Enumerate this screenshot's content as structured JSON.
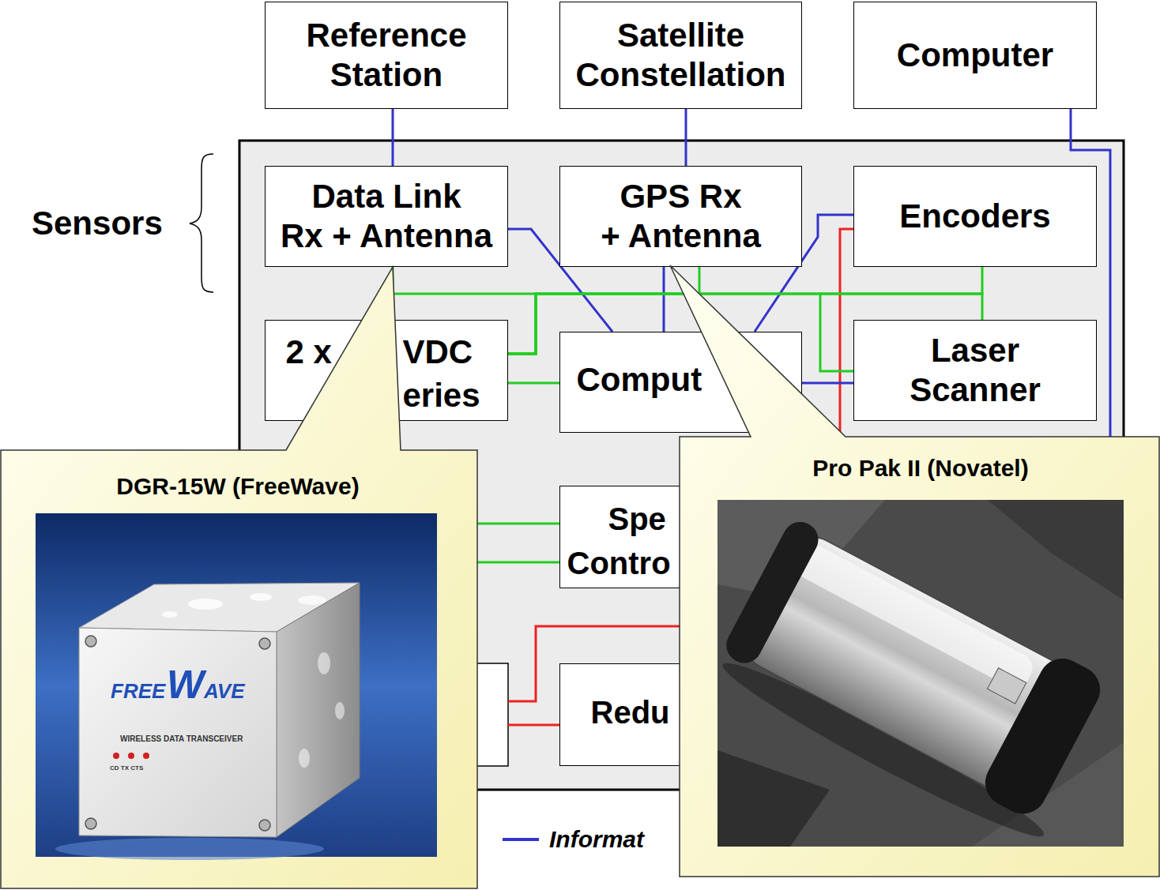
{
  "diagram": {
    "nodes": [
      {
        "text": [
          "Reference Station"
        ]
      },
      {
        "text": [
          "Satellite Constellation"
        ]
      },
      {
        "text": [
          "Computer"
        ]
      },
      {
        "text": [
          "Data Link Rx + Antenna"
        ]
      },
      {
        "text": [
          "GPS Rx + Antenna"
        ]
      },
      {
        "text": [
          "Encoders"
        ]
      },
      {
        "text": [
          "2 x",
          "VDC",
          "eries"
        ]
      },
      {
        "text": [
          "Comput"
        ]
      },
      {
        "text": [
          "Laser Scanner"
        ]
      },
      {
        "text": [
          "Spe",
          "Contro"
        ]
      },
      {
        "text": [
          "Redu"
        ]
      },
      {
        "text": [
          "DGR-15W (FreeWave)"
        ]
      },
      {
        "text": [
          "Pro Pak II (Novatel)"
        ]
      }
    ],
    "edges": [
      {
        "from": 0,
        "to": 3,
        "arrow": "none"
      },
      {
        "from": 1,
        "to": 4,
        "arrow": "none"
      },
      {
        "from": 3,
        "to": 7,
        "arrow": "none"
      },
      {
        "from": 4,
        "to": 7,
        "arrow": "none"
      },
      {
        "from": 5,
        "to": 7,
        "arrow": "none"
      },
      {
        "from": 8,
        "to": 7,
        "arrow": "none"
      },
      {
        "from": 6,
        "to": 3,
        "arrow": "none"
      },
      {
        "from": 6,
        "to": 4,
        "arrow": "none"
      },
      {
        "from": 6,
        "to": 5,
        "arrow": "none"
      },
      {
        "from": 6,
        "to": 8,
        "arrow": "none"
      },
      {
        "from": 6,
        "to": 7,
        "arrow": "none"
      }
    ],
    "labels": [
      "Sensors",
      "FREE",
      "W",
      "AVE",
      "WIRELESS DATA TRANSCEIVER",
      "CD TX CTS"
    ],
    "legend": [
      {
        "text": "Informat"
      }
    ]
  }
}
